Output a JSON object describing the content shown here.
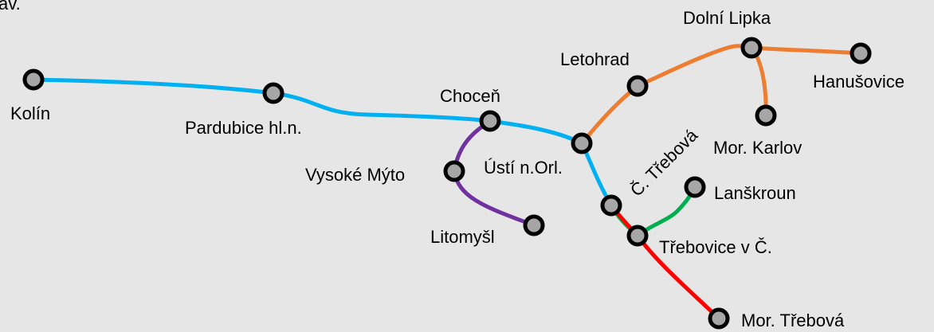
{
  "corner_text": "av.",
  "colors": {
    "background": "#e7e6e6",
    "station_fill": "#a6a6a6",
    "station_stroke": "#000000"
  },
  "lines": [
    {
      "id": "blue",
      "color": "#00b0f0"
    },
    {
      "id": "orange",
      "color": "#ed7d31"
    },
    {
      "id": "purple",
      "color": "#7030a0"
    },
    {
      "id": "green",
      "color": "#00b050"
    },
    {
      "id": "red",
      "color": "#ff0000"
    }
  ],
  "stations": {
    "kolin": "Kolín",
    "pardubice": "Pardubice hl.n.",
    "chocen": "Choceň",
    "usti": "Ústí n.Orl.",
    "vysoke_myto": "Vysoké Mýto",
    "litomysl": "Litomyšl",
    "letohrad": "Letohrad",
    "dolni_lipka": "Dolní Lipka",
    "hanusovice": "Hanušovice",
    "mor_karlov": "Mor. Karlov",
    "c_trebova": "Č. Třebová",
    "lanskroun": "Lanškroun",
    "trebovice": "Třebovice v Č.",
    "mor_trebova": "Mor. Třebová"
  }
}
